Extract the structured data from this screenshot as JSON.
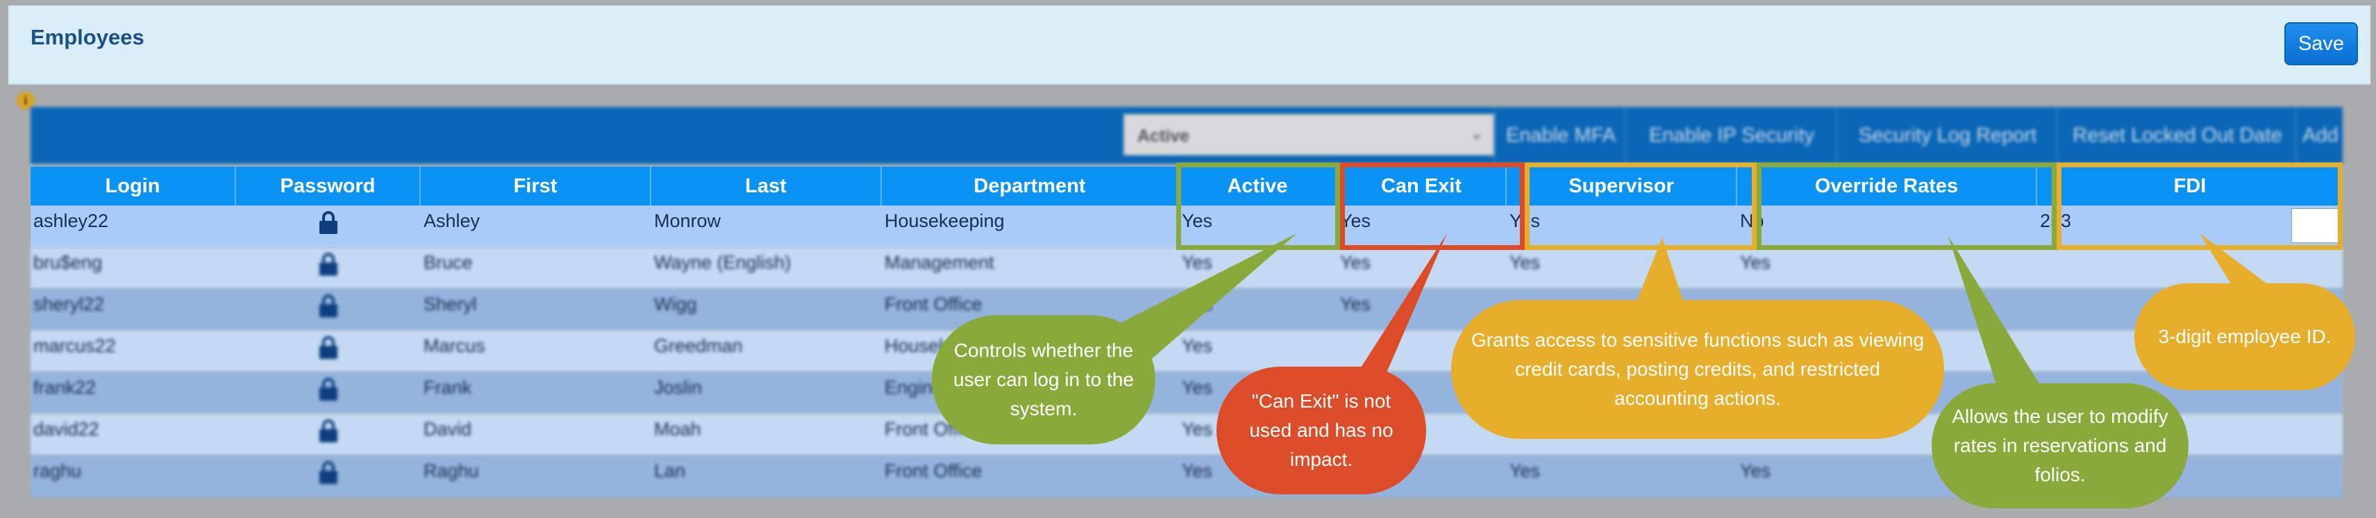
{
  "page": {
    "title": "Employees",
    "save_label": "Save",
    "info_badge": "i"
  },
  "toolbar": {
    "status_filter": "Active",
    "buttons": [
      "Enable MFA",
      "Enable IP Security",
      "Security Log Report",
      "Reset Locked Out Date",
      "Add"
    ]
  },
  "columns": [
    "Login",
    "Password",
    "First",
    "Last",
    "Department",
    "Active",
    "Can Exit",
    "Supervisor",
    "Override Rates",
    "FDI"
  ],
  "rows": [
    {
      "login": "ashley22",
      "first": "Ashley",
      "last": "Monrow",
      "department": "Housekeeping",
      "active": "Yes",
      "can_exit": "Yes",
      "supervisor": "Yes",
      "override_rates": "No",
      "fdi": "253"
    },
    {
      "login": "bru$eng",
      "first": "Bruce",
      "last": "Wayne (English)",
      "department": "Management",
      "active": "Yes",
      "can_exit": "Yes",
      "supervisor": "Yes",
      "override_rates": "Yes",
      "fdi": ""
    },
    {
      "login": "sheryl22",
      "first": "Sheryl",
      "last": "Wigg",
      "department": "Front Office",
      "active": "Yes",
      "can_exit": "Yes",
      "supervisor": "",
      "override_rates": "",
      "fdi": ""
    },
    {
      "login": "marcus22",
      "first": "Marcus",
      "last": "Greedman",
      "department": "Housekeeping",
      "active": "Yes",
      "can_exit": "",
      "supervisor": "",
      "override_rates": "",
      "fdi": ""
    },
    {
      "login": "frank22",
      "first": "Frank",
      "last": "Joslin",
      "department": "Engineering",
      "active": "Yes",
      "can_exit": "",
      "supervisor": "",
      "override_rates": "",
      "fdi": ""
    },
    {
      "login": "david22",
      "first": "David",
      "last": "Moah",
      "department": "Front Office",
      "active": "Yes",
      "can_exit": "",
      "supervisor": "",
      "override_rates": "",
      "fdi": ""
    },
    {
      "login": "raghu",
      "first": "Raghu",
      "last": "Lan",
      "department": "Front Office",
      "active": "Yes",
      "can_exit": "",
      "supervisor": "Yes",
      "override_rates": "Yes",
      "fdi": ""
    }
  ],
  "callouts": {
    "active": "Controls whether the user can log in to the system.",
    "can_exit": "\"Can Exit\" is not used and has no impact.",
    "supervisor": "Grants access to sensitive functions such as viewing credit cards, posting credits, and restricted accounting actions.",
    "override_rates": "Allows the user to modify rates in reservations and folios.",
    "fdi": "3-digit employee ID."
  },
  "icons": {
    "password": "lock-icon",
    "status_chevron": "chevron-down-icon"
  },
  "colors": {
    "green": "#8aa93b",
    "red": "#dc4c29",
    "gold": "#e7ae2b",
    "header": "#0a93f4",
    "toolbar": "#0b67b6"
  }
}
